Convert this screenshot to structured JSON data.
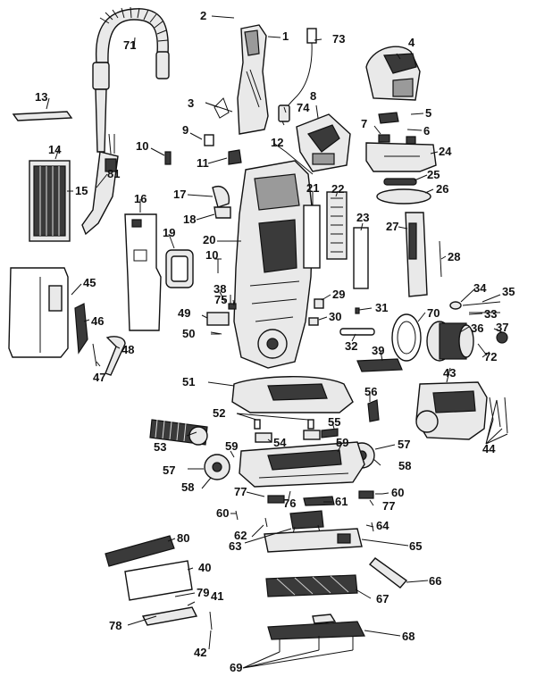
{
  "diagram": {
    "labels": [
      {
        "id": "p1",
        "text": "1"
      },
      {
        "id": "p2",
        "text": "2"
      },
      {
        "id": "p3",
        "text": "3"
      },
      {
        "id": "p4",
        "text": "4"
      },
      {
        "id": "p5",
        "text": "5"
      },
      {
        "id": "p6",
        "text": "6"
      },
      {
        "id": "p7",
        "text": "7"
      },
      {
        "id": "p8",
        "text": "8"
      },
      {
        "id": "p9",
        "text": "9"
      },
      {
        "id": "p10a",
        "text": "10"
      },
      {
        "id": "p10b",
        "text": "10"
      },
      {
        "id": "p11",
        "text": "11"
      },
      {
        "id": "p12",
        "text": "12"
      },
      {
        "id": "p13",
        "text": "13"
      },
      {
        "id": "p14",
        "text": "14"
      },
      {
        "id": "p15",
        "text": "15"
      },
      {
        "id": "p16",
        "text": "16"
      },
      {
        "id": "p17",
        "text": "17"
      },
      {
        "id": "p18",
        "text": "18"
      },
      {
        "id": "p19",
        "text": "19"
      },
      {
        "id": "p20",
        "text": "20"
      },
      {
        "id": "p21",
        "text": "21"
      },
      {
        "id": "p22",
        "text": "22"
      },
      {
        "id": "p23",
        "text": "23"
      },
      {
        "id": "p24",
        "text": "24"
      },
      {
        "id": "p25",
        "text": "25"
      },
      {
        "id": "p26",
        "text": "26"
      },
      {
        "id": "p27",
        "text": "27"
      },
      {
        "id": "p28",
        "text": "28"
      },
      {
        "id": "p29",
        "text": "29"
      },
      {
        "id": "p30",
        "text": "30"
      },
      {
        "id": "p31",
        "text": "31"
      },
      {
        "id": "p32",
        "text": "32"
      },
      {
        "id": "p33",
        "text": "33"
      },
      {
        "id": "p34",
        "text": "34"
      },
      {
        "id": "p35",
        "text": "35"
      },
      {
        "id": "p36",
        "text": "36"
      },
      {
        "id": "p37",
        "text": "37"
      },
      {
        "id": "p38",
        "text": "38"
      },
      {
        "id": "p39",
        "text": "39"
      },
      {
        "id": "p40",
        "text": "40"
      },
      {
        "id": "p41",
        "text": "41"
      },
      {
        "id": "p42",
        "text": "42"
      },
      {
        "id": "p43",
        "text": "43"
      },
      {
        "id": "p44",
        "text": "44"
      },
      {
        "id": "p45",
        "text": "45"
      },
      {
        "id": "p46",
        "text": "46"
      },
      {
        "id": "p47",
        "text": "47"
      },
      {
        "id": "p48",
        "text": "48"
      },
      {
        "id": "p49",
        "text": "49"
      },
      {
        "id": "p50",
        "text": "50"
      },
      {
        "id": "p51",
        "text": "51"
      },
      {
        "id": "p52",
        "text": "52"
      },
      {
        "id": "p53",
        "text": "53"
      },
      {
        "id": "p54",
        "text": "54"
      },
      {
        "id": "p55",
        "text": "55"
      },
      {
        "id": "p56",
        "text": "56"
      },
      {
        "id": "p57a",
        "text": "57"
      },
      {
        "id": "p57b",
        "text": "57"
      },
      {
        "id": "p58a",
        "text": "58"
      },
      {
        "id": "p58b",
        "text": "58"
      },
      {
        "id": "p59a",
        "text": "59"
      },
      {
        "id": "p59b",
        "text": "59"
      },
      {
        "id": "p60a",
        "text": "60"
      },
      {
        "id": "p60b",
        "text": "60"
      },
      {
        "id": "p61",
        "text": "61"
      },
      {
        "id": "p62",
        "text": "62"
      },
      {
        "id": "p63",
        "text": "63"
      },
      {
        "id": "p64",
        "text": "64"
      },
      {
        "id": "p65",
        "text": "65"
      },
      {
        "id": "p66",
        "text": "66"
      },
      {
        "id": "p67",
        "text": "67"
      },
      {
        "id": "p68",
        "text": "68"
      },
      {
        "id": "p69",
        "text": "69"
      },
      {
        "id": "p70",
        "text": "70"
      },
      {
        "id": "p71",
        "text": "71"
      },
      {
        "id": "p72",
        "text": "72"
      },
      {
        "id": "p73",
        "text": "73"
      },
      {
        "id": "p74",
        "text": "74"
      },
      {
        "id": "p75",
        "text": "75"
      },
      {
        "id": "p76",
        "text": "76"
      },
      {
        "id": "p77a",
        "text": "77"
      },
      {
        "id": "p77b",
        "text": "77"
      },
      {
        "id": "p78",
        "text": "78"
      },
      {
        "id": "p79",
        "text": "79"
      },
      {
        "id": "p80",
        "text": "80"
      },
      {
        "id": "p81",
        "text": "81"
      }
    ]
  }
}
